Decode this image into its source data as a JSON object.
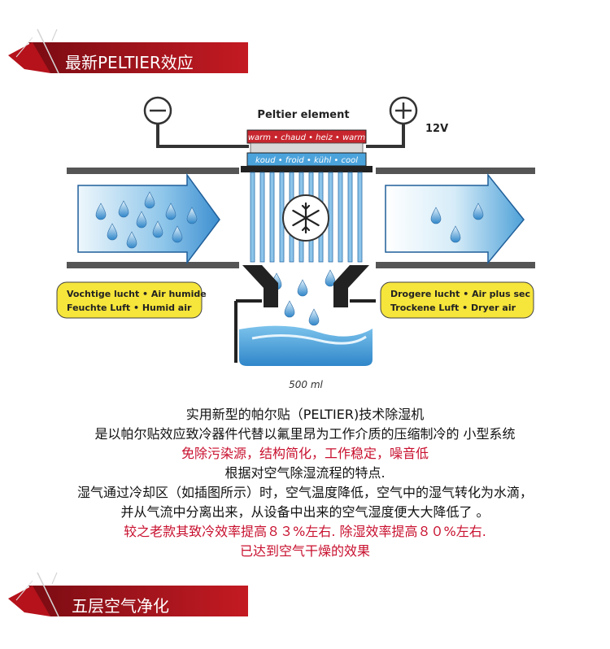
{
  "banner_top": {
    "title": "最新PELTIER效应"
  },
  "banner_bottom": {
    "title": "五层空气净化"
  },
  "diagram": {
    "peltier_title": "Peltier element",
    "voltage": "12V",
    "warm_label": "warm • chaud • heiz • warm",
    "cool_label": "koud • froid • kühl • cool",
    "humid_line1": "Vochtige lucht • Air humide",
    "humid_line2": "Feuchte Luft • Humid air",
    "dry_line1": "Drogere lucht • Air plus sec",
    "dry_line2": "Trockene Luft • Dryer air",
    "volume": "500 ml",
    "colors": {
      "warm": "#c8262e",
      "cool": "#4ba3dc",
      "label_yellow": "#f6e53a"
    }
  },
  "description": {
    "line1": "实用新型的帕尔贴（PELTIER)技术除湿机",
    "line2": "是以帕尔贴效应致冷器件代替以氟里昂为工作介质的压缩制冷的 小型系统",
    "line3": "免除污染源，结构简化，工作稳定，噪音低",
    "line4": "根据对空气除湿流程的特点.",
    "line5": "湿气通过冷却区（如插图所示）时，空气温度降低，空气中的湿气转化为水滴，",
    "line6": "并从气流中分离出来，从设备中出来的空气湿度便大大降低了 。",
    "line7": "较之老款其致冷效率提高８３%左右.  除湿效率提高８０%左右.",
    "line8": "已达到空气干燥的效果"
  }
}
